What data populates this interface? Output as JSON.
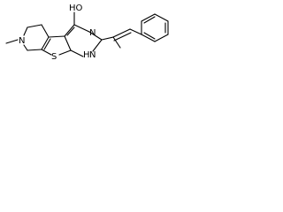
{
  "structure": {
    "atoms": {
      "oh": "HO",
      "n_methyl": "N",
      "s_thiophene": "S",
      "n_pyrimidine": "N",
      "nh": "H",
      "n_h": "N"
    }
  }
}
